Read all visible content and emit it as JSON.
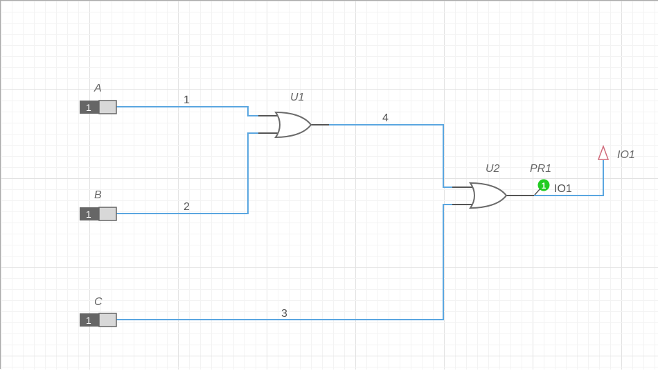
{
  "inputs": [
    {
      "label": "A",
      "value": "1"
    },
    {
      "label": "B",
      "value": "1"
    },
    {
      "label": "C",
      "value": "1"
    }
  ],
  "gates": [
    {
      "ref": "U1",
      "type": "OR"
    },
    {
      "ref": "U2",
      "type": "OR"
    }
  ],
  "nets": [
    "1",
    "2",
    "3",
    "4"
  ],
  "probe": {
    "ref": "PR1",
    "value": "1",
    "net": "IO1"
  },
  "output": {
    "label": "IO1"
  },
  "colors": {
    "wire": "#5aa6e0",
    "grid_major": "#e2e2e2",
    "grid_minor": "#f3f3f3",
    "probe": "#22cc22",
    "output": "#d06a7a",
    "switch_dark": "#666666",
    "switch_light": "#d8d8d8"
  }
}
